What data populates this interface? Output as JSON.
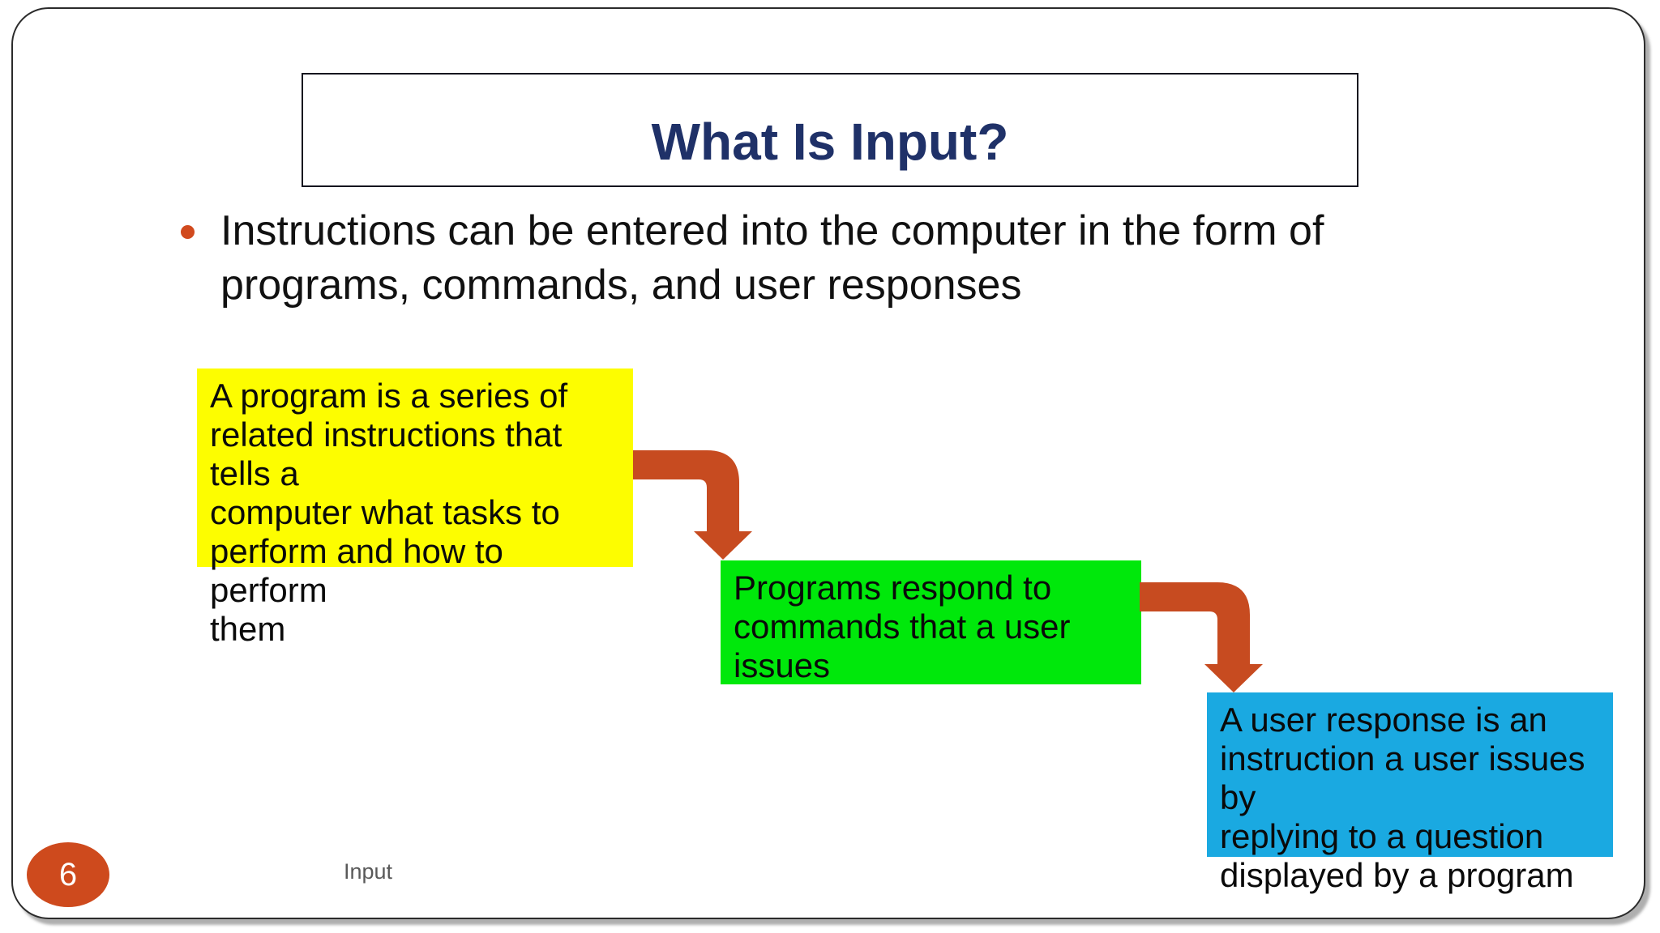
{
  "slide": {
    "title": "What Is Input?",
    "bullet": "Instructions can be entered into the computer in the form of\nprograms, commands, and user responses",
    "boxes": {
      "program": {
        "text": "A program is a series of\nrelated instructions that tells a\ncomputer what tasks to\nperform and how to perform\nthem",
        "color": "#FDFD00"
      },
      "commands": {
        "text": "Programs respond to\ncommands that a user\nissues",
        "color": "#00E80B"
      },
      "response": {
        "text": "A user response is an\ninstruction a user issues by\nreplying to a question\ndisplayed by a program",
        "color": "#1AA9E1"
      }
    },
    "footer": {
      "label": "Input",
      "page_number": "6"
    },
    "colors": {
      "title_text": "#1F3168",
      "arrow": "#C74B20",
      "bullet_dot": "#D14A1E",
      "page_badge": "#CE4A1D",
      "footer_text": "#595959"
    }
  }
}
